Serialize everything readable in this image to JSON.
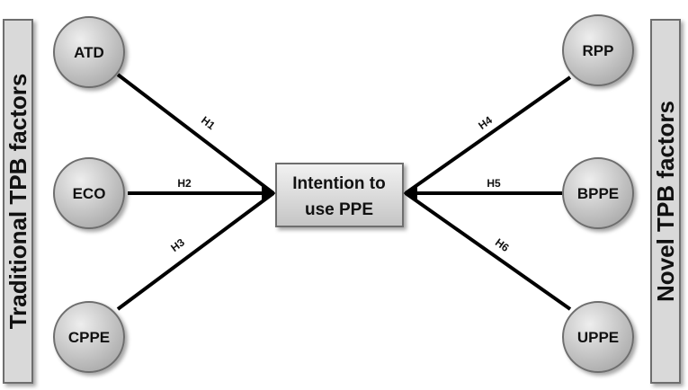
{
  "colors": {
    "node_fill_light": "#eeeeee",
    "node_fill_dark": "#a9a9a9",
    "stroke": "#6e6e6e",
    "arrow": "#000000",
    "panel_fill": "#d9d9d9"
  },
  "side_panels": {
    "left": "Traditional TPB factors",
    "right": "Novel TPB factors"
  },
  "target": {
    "line1": "Intention to",
    "line2": "use PPE"
  },
  "left_nodes": [
    {
      "label": "ATD",
      "edge": "H1"
    },
    {
      "label": "ECO",
      "edge": "H2"
    },
    {
      "label": "CPPE",
      "edge": "H3"
    }
  ],
  "right_nodes": [
    {
      "label": "RPP",
      "edge": "H4"
    },
    {
      "label": "BPPE",
      "edge": "H5"
    },
    {
      "label": "UPPE",
      "edge": "H6"
    }
  ]
}
